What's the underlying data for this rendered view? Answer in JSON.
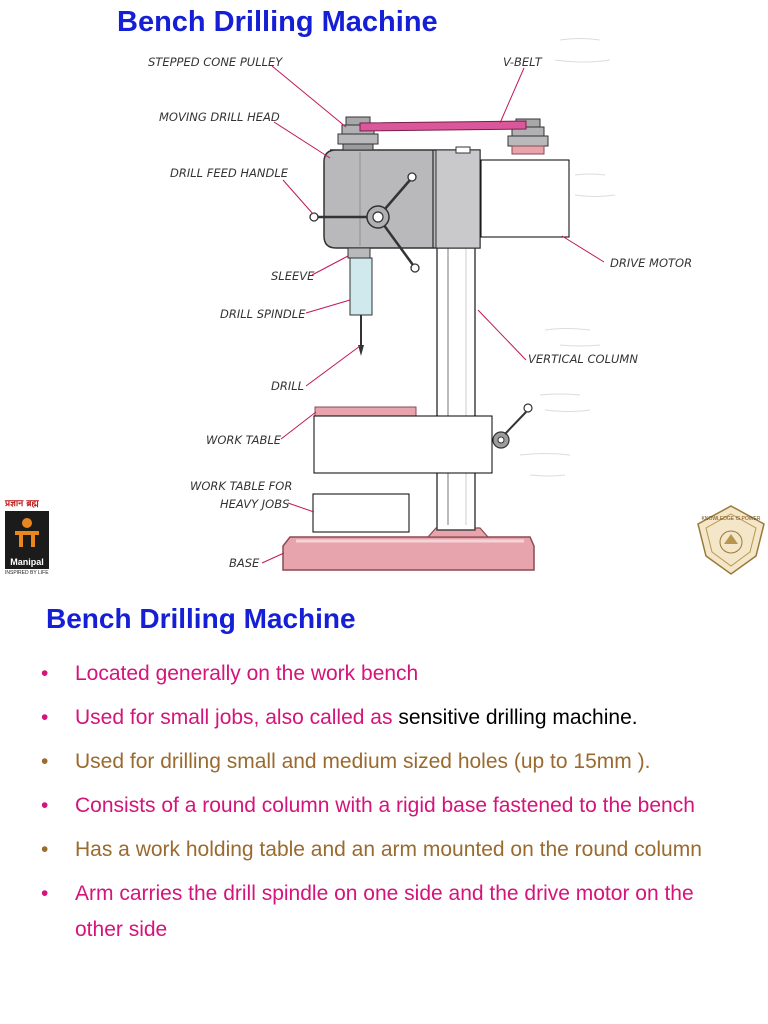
{
  "page_title": "Bench Drilling Machine",
  "diagram": {
    "labels": {
      "stepped_cone_pulley": "STEPPED CONE PULLEY",
      "v_belt": "V-BELT",
      "moving_drill_head": "MOVING DRILL HEAD",
      "drill_feed_handle": "DRILL FEED HANDLE",
      "drive_motor": "DRIVE MOTOR",
      "sleeve": "SLEEVE",
      "drill_spindle": "DRILL SPINDLE",
      "vertical_column": "VERTICAL COLUMN",
      "drill": "DRILL",
      "work_table": "WORK TABLE",
      "work_table_heavy_1": "WORK TABLE FOR",
      "work_table_heavy_2": "HEAVY JOBS",
      "base": "BASE"
    },
    "colors": {
      "base_red": "#e8a4ad",
      "head_gray": "#b9b9bc",
      "belt_pink": "#d9579a",
      "spindle_cyan": "#cfe9ec",
      "leader_line": "#c2185b"
    }
  },
  "left_logo": {
    "hindi_text": "प्रज्ञान ब्रह्म",
    "name": "Manipal",
    "tagline": "INSPIRED BY LIFE",
    "icon": "manipal-logo-icon"
  },
  "right_logo": {
    "motto": "KNOWLEDGE IS POWER",
    "icon": "institute-seal-icon"
  },
  "section_title": "Bench Drilling Machine",
  "bullets": [
    {
      "text": "Located generally on the work bench",
      "color": "#d4147a"
    },
    {
      "text": "Used for small jobs, also called as ",
      "tail": "sensitive drilling machine.",
      "color": "#d4147a"
    },
    {
      "text": "Used for drilling small and medium sized holes (up to 15mm ).",
      "color": "#9a6a2e"
    },
    {
      "text": "Consists of a round column with a rigid base fastened to the bench",
      "color": "#d4147a"
    },
    {
      "text": "Has a work holding table and an arm mounted on the round column",
      "color": "#9a6a2e"
    },
    {
      "text": "Arm carries the drill spindle on one side and the drive motor on the other side",
      "color": "#d4147a"
    }
  ],
  "bullet_glyph": "•"
}
